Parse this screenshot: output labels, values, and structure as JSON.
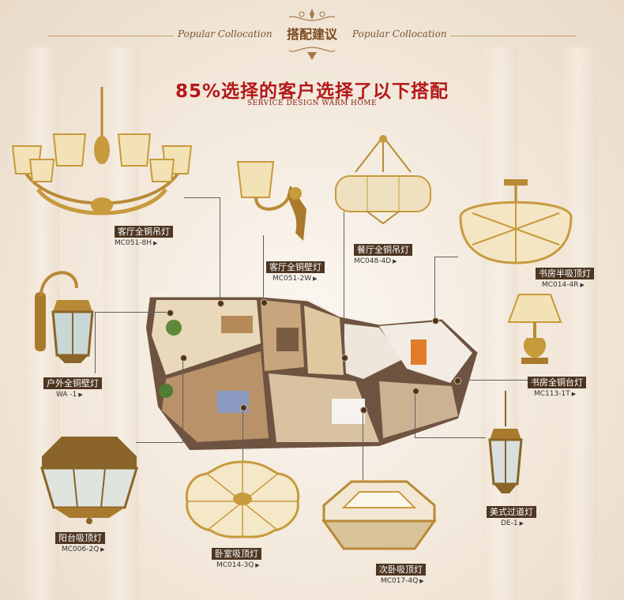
{
  "header": {
    "left_en": "Popular Collocation",
    "right_en": "Popular Collocation",
    "title_cn": "搭配建议"
  },
  "banner": {
    "title_cn": "85%选择的客户选择了以下搭配",
    "subtitle_en": "SERVICE DESIGN WARM HOME"
  },
  "colors": {
    "brass": "#c79a3c",
    "title_red": "#b31818",
    "label_bg": "#4d3622",
    "line": "#5f5f5f"
  },
  "products": [
    {
      "name": "客厅全铜吊灯",
      "model": "MC051-8H",
      "icon": "chandelier-icon"
    },
    {
      "name": "客厅全铜壁灯",
      "model": "MC051-2W",
      "icon": "wall-sconce-icon"
    },
    {
      "name": "餐厅全铜吊灯",
      "model": "MC048-4D",
      "icon": "pendant-drum-icon"
    },
    {
      "name": "书房半吸顶灯",
      "model": "MC014-4R",
      "icon": "semi-flush-ceiling-icon"
    },
    {
      "name": "户外全铜壁灯",
      "model": "WA -1",
      "icon": "outdoor-lantern-icon"
    },
    {
      "name": "书房全铜台灯",
      "model": "MC113-1T",
      "icon": "table-lamp-icon"
    },
    {
      "name": "美式过道灯",
      "model": "DE-1",
      "icon": "hallway-lantern-icon"
    },
    {
      "name": "阳台吸顶灯",
      "model": "MC006-2Q",
      "icon": "octagon-ceiling-icon"
    },
    {
      "name": "卧室吸顶灯",
      "model": "MC014-3Q",
      "icon": "flower-ceiling-icon"
    },
    {
      "name": "次卧吸顶灯",
      "model": "MC017-4Q",
      "icon": "octagon-flush-ceiling-icon"
    }
  ]
}
